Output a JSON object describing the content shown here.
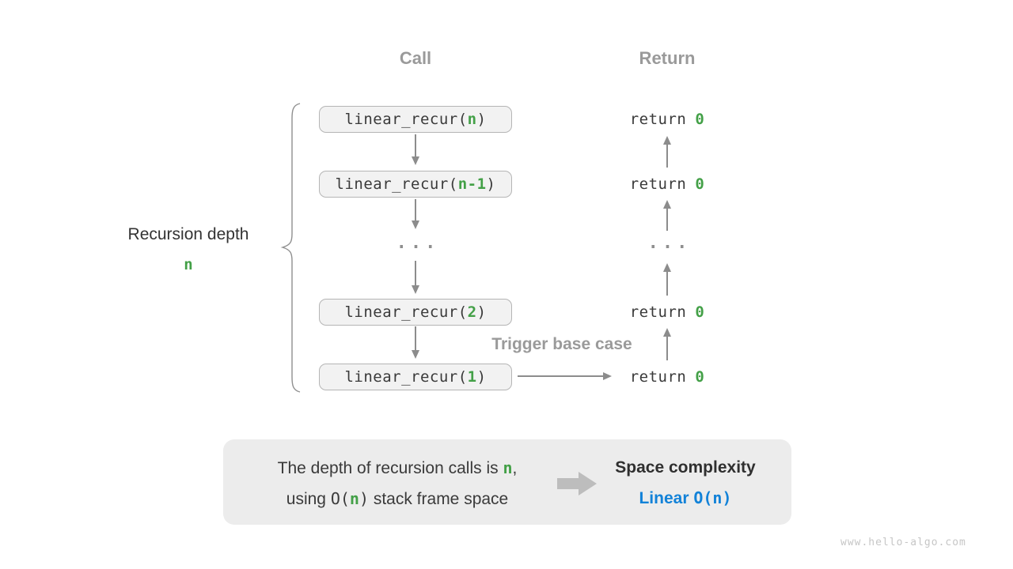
{
  "headers": {
    "call": "Call",
    "ret": "Return"
  },
  "left_label": {
    "text": "Recursion depth",
    "var": "n"
  },
  "call_stack": [
    {
      "pre": "linear_recur(",
      "arg": "n",
      "post": ")"
    },
    {
      "pre": "linear_recur(",
      "arg": "n-1",
      "post": ")"
    },
    {
      "pre": "linear_recur(",
      "arg": "2",
      "post": ")"
    },
    {
      "pre": "linear_recur(",
      "arg": "1",
      "post": ")"
    }
  ],
  "ellipsis": "...",
  "returns": [
    {
      "keyword": "return",
      "value": "0"
    },
    {
      "keyword": "return",
      "value": "0"
    },
    {
      "keyword": "return",
      "value": "0"
    },
    {
      "keyword": "return",
      "value": "0"
    }
  ],
  "trigger_label": "Trigger base case",
  "summary": {
    "line1_pre": "The depth of recursion calls is ",
    "line1_var": "n",
    "line1_post": ",",
    "line2_pre": "using ",
    "line2_open": "O(",
    "line2_var": "n",
    "line2_close": ")",
    "line2_post": " stack frame space",
    "result_title": "Space complexity",
    "result_label": "Linear",
    "result_notation": "O(n)"
  },
  "watermark": "www.hello-algo.com",
  "colors": {
    "green": "#43a047",
    "blue": "#1282d8",
    "label_gray": "#9a9a9a",
    "arrow_gray": "#8c8c8c",
    "box_fill": "#f2f2f2",
    "box_border": "#b5b5b5",
    "panel_fill": "#ececec"
  }
}
